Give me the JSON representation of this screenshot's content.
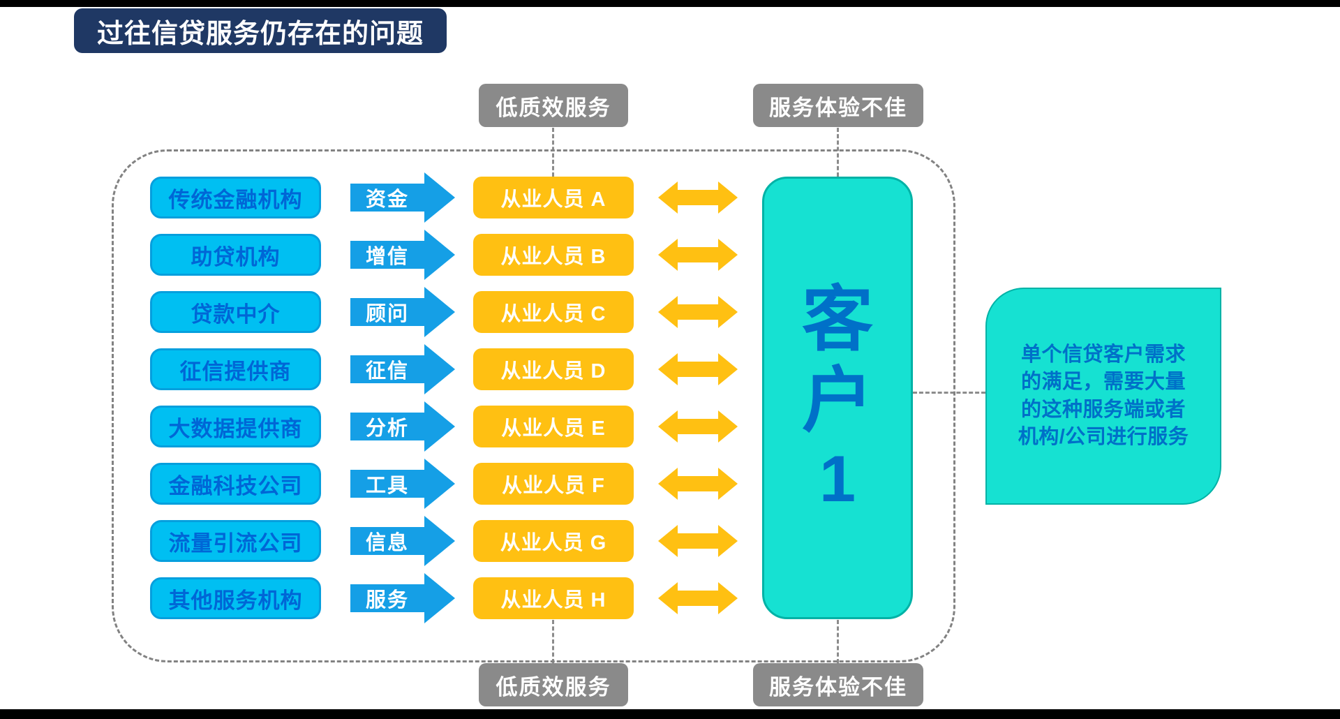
{
  "slide_title": "过往信贷服务仍存在的问题",
  "top_badges": {
    "left": "低质效服务",
    "right": "服务体验不佳"
  },
  "bottom_badges": {
    "left": "低质效服务",
    "right": "服务体验不佳"
  },
  "rows": [
    {
      "org": "传统金融机构",
      "flow": "资金",
      "worker": "从业人员 A"
    },
    {
      "org": "助贷机构",
      "flow": "增信",
      "worker": "从业人员 B"
    },
    {
      "org": "贷款中介",
      "flow": "顾问",
      "worker": "从业人员 C"
    },
    {
      "org": "征信提供商",
      "flow": "征信",
      "worker": "从业人员 D"
    },
    {
      "org": "大数据提供商",
      "flow": "分析",
      "worker": "从业人员 E"
    },
    {
      "org": "金融科技公司",
      "flow": "工具",
      "worker": "从业人员 F"
    },
    {
      "org": "流量引流公司",
      "flow": "信息",
      "worker": "从业人员 G"
    },
    {
      "org": "其他服务机构",
      "flow": "服务",
      "worker": "从业人员 H"
    }
  ],
  "customer": {
    "chars": [
      "客",
      "户",
      "1"
    ]
  },
  "note": {
    "lines": [
      "单个信贷客户需求",
      "的满足，需要大量",
      "的这种服务端或者",
      "机构/公司进行服务"
    ]
  },
  "colors": {
    "title_bg": "#1f3864",
    "badge_gray": "#8a8a8a",
    "org_fill": "#00bff2",
    "org_border": "#069fdd",
    "org_text": "#0066d6",
    "flow_arrow": "#159fe6",
    "worker_fill": "#ffc012",
    "exchange_arrow": "#ffc012",
    "customer_fill": "#16e1d2",
    "customer_border": "#00b2a6",
    "customer_text": "#0070c8",
    "dash_gray": "#828282",
    "letterbox": "#000000"
  }
}
